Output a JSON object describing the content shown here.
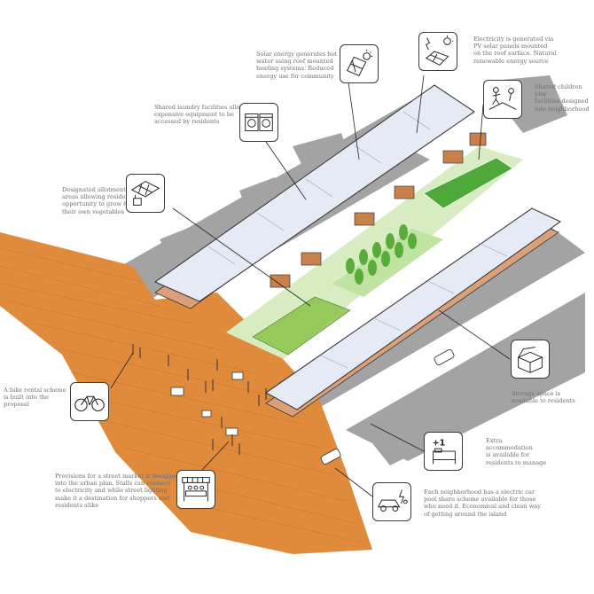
{
  "colors": {
    "street": "#e08a3c",
    "street_dark": "#b8621e",
    "roof": "#e6eaf4",
    "roof_edge": "#3b3b3b",
    "courtyard": "#d8ecc2",
    "grass": "#6bb33a",
    "road": "#9d9d9d",
    "timber": "#c9804a"
  },
  "annotations": {
    "solar_water": "Solar energy generates hot\nwater using roof mounted\nheating systems. Reduced\nenergy use for community",
    "pv_electricity": "Electricity is generated via\nPV solar panels mounted\non the roof surface. Natural\nrenewable energy source",
    "laundry": "Shared laundry facilities allow\nexpensive equipment to be\naccessed by residents",
    "play": "Shared children  play\nfacilities designed\ninto neighborhood",
    "allotment": "Designated allotment\nareas allowing residents\nopportunity to grow & care for\ntheir own vegetables",
    "bike": "A bike rental scheme\nis built into the\nproposal",
    "storage": "Storage space is\navailable to residents",
    "accommodation": "Extra\naccommodation\nis available for\nresidents to manage",
    "market": "Provisions for a street market is designed\ninto the urban plan. Stalls can connect\nto electricity and while street lighting\nmake it a destination for shoppers and\nresidents alike",
    "car_pool": "Each neighborhood has a electric car\npool share scheme available for those\nwho need it. Economical and clean way\nof getting around the island"
  },
  "icons": {
    "solar_water": "solar-water-heater-icon",
    "pv_electricity": "pv-solar-panel-icon",
    "laundry": "washing-machine-icon",
    "play": "playground-icon",
    "allotment": "allotment-icon",
    "bike": "bicycle-icon",
    "storage": "storage-box-icon",
    "accommodation": "extra-bed-icon",
    "accommodation_badge": "+1",
    "market": "market-stall-icon",
    "car_pool": "electric-car-icon"
  }
}
